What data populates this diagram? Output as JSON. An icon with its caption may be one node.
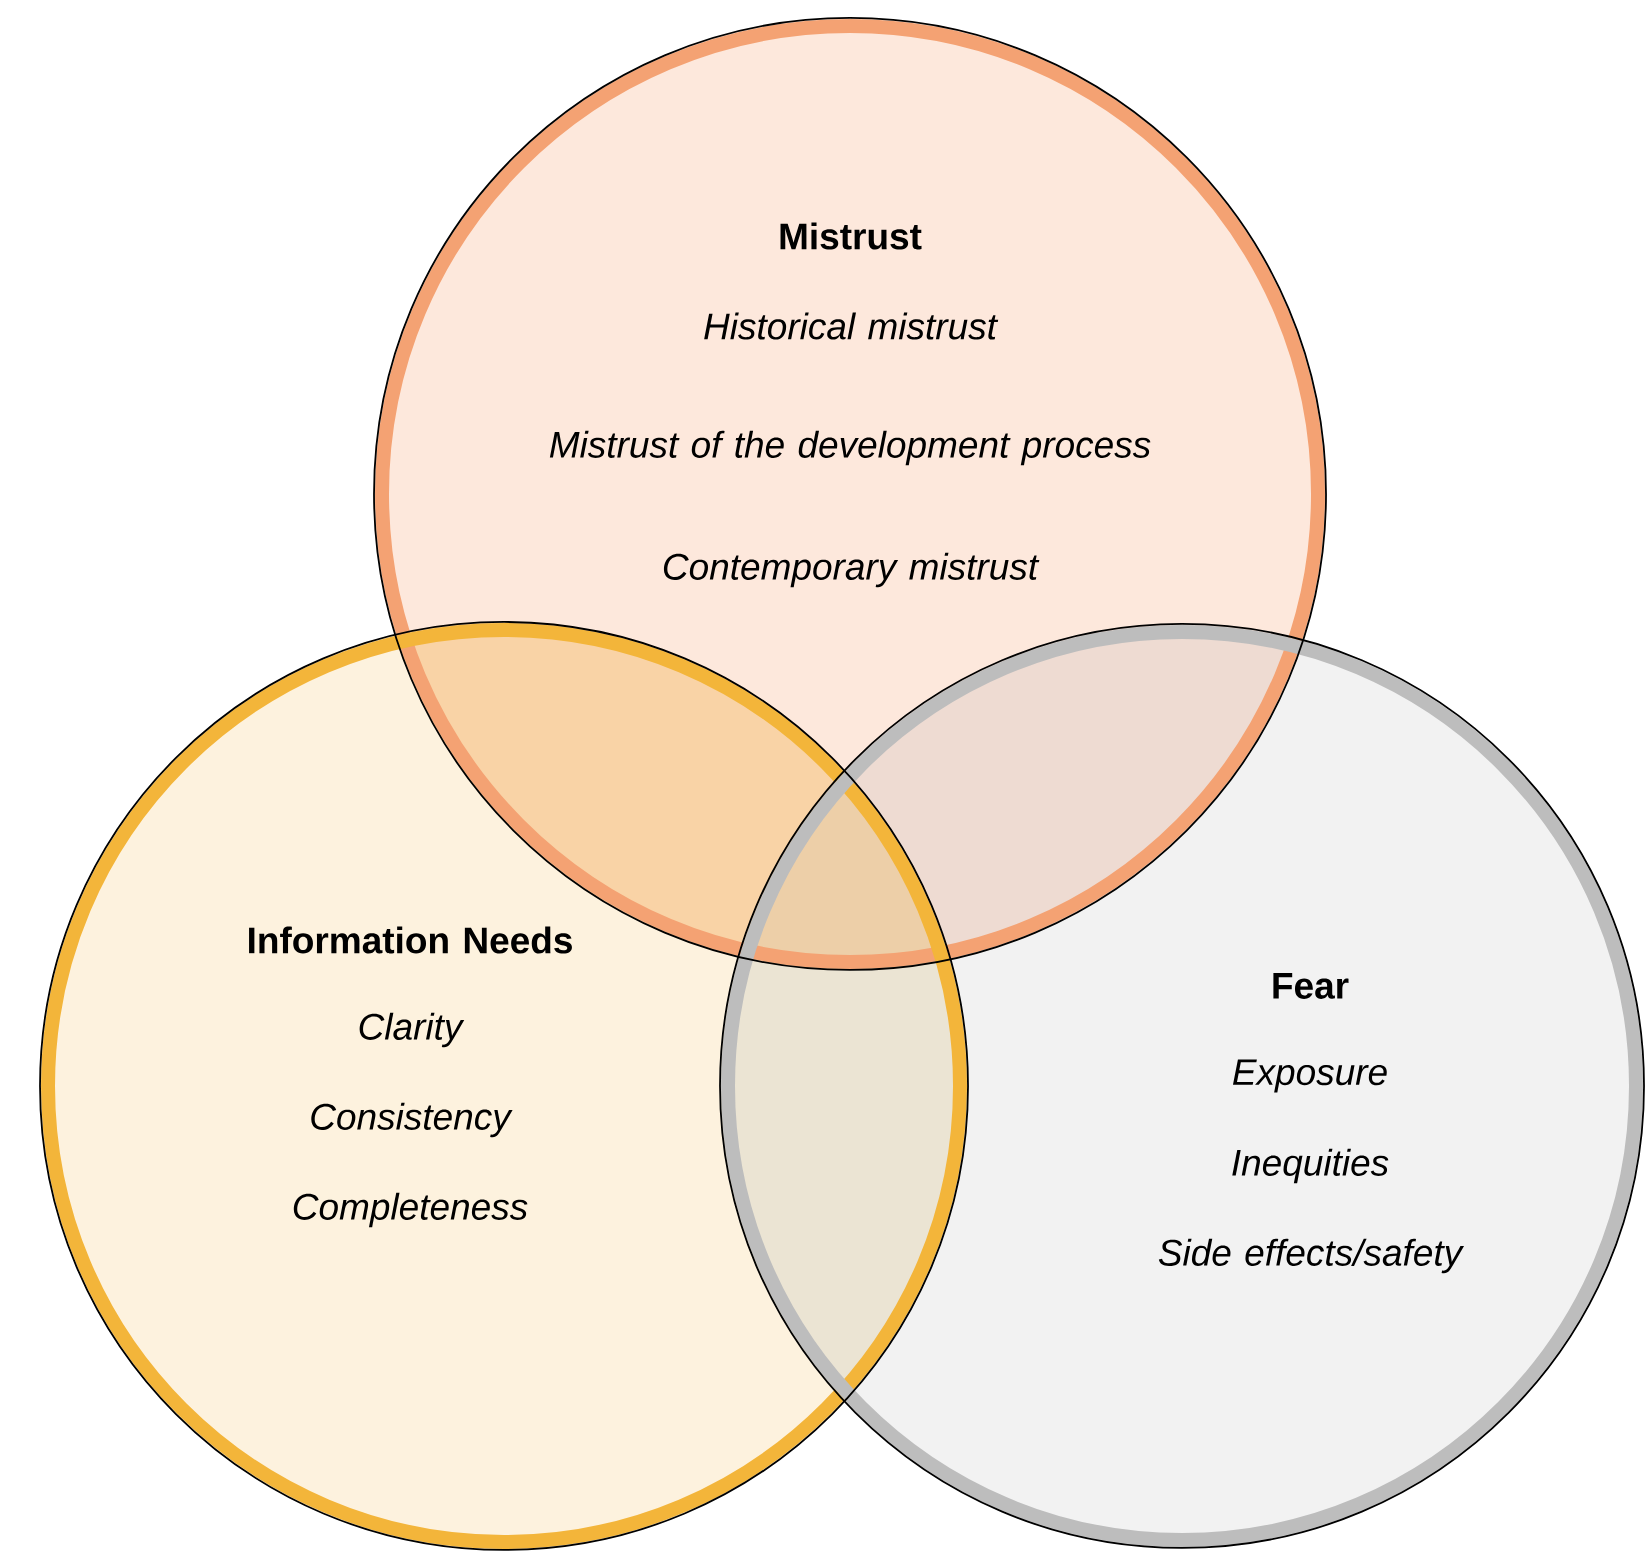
{
  "diagram": {
    "nodes": [
      {
        "text": [
          "Mistrust",
          "Historical mistrust",
          "Mistrust of the development process",
          "Contemporary mistrust"
        ]
      },
      {
        "text": [
          "Information Needs",
          "Clarity",
          "Consistency",
          "Completeness"
        ]
      },
      {
        "text": [
          "Fear",
          "Exposure",
          "Inequities",
          "Side effects/safety"
        ]
      }
    ]
  }
}
